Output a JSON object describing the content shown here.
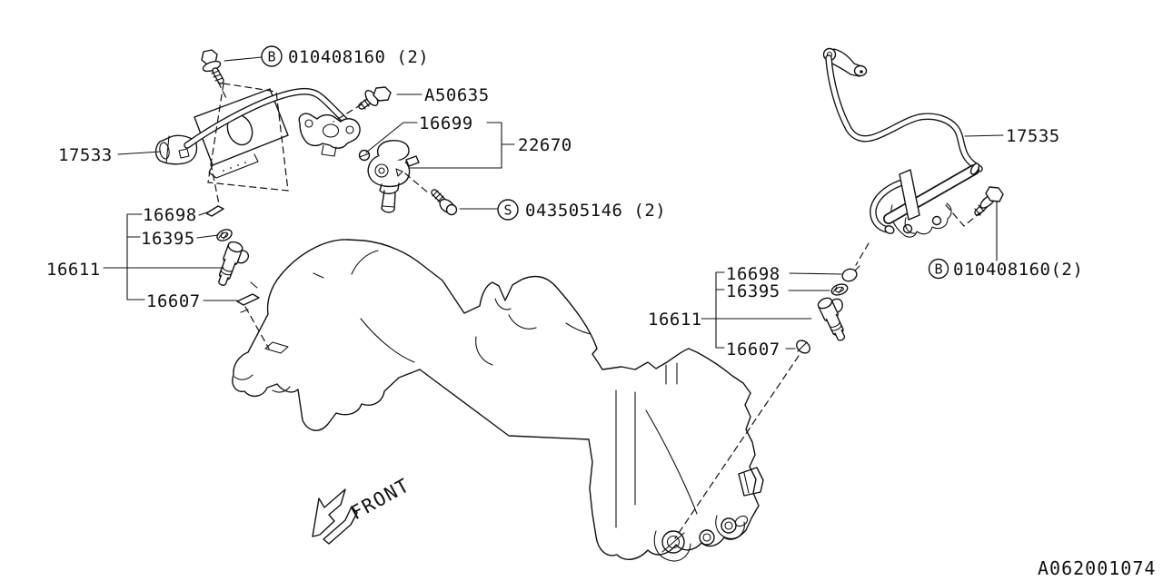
{
  "canvas": {
    "background": "#ffffff",
    "ink": "#111111"
  },
  "labels": {
    "bolt_b_top": {
      "letter": "B",
      "number": "010408160 (2)"
    },
    "a50635": "A50635",
    "hose_16699": "16699",
    "regulator_22670": "22670",
    "screw_s": {
      "letter": "S",
      "number": "043505146 (2)"
    },
    "pipe_17533": "17533",
    "pipe_17535": "17535",
    "bolt_b_right": {
      "letter": "B",
      "number": "010408160(2)"
    },
    "left_injector": {
      "seal": "16698",
      "grommet": "16395",
      "injector": "16611",
      "cushion": "16607"
    },
    "right_injector": {
      "seal": "16698",
      "grommet": "16395",
      "injector": "16611",
      "cushion": "16607"
    },
    "front": "FRONT",
    "diagram_id": "A062001074"
  }
}
